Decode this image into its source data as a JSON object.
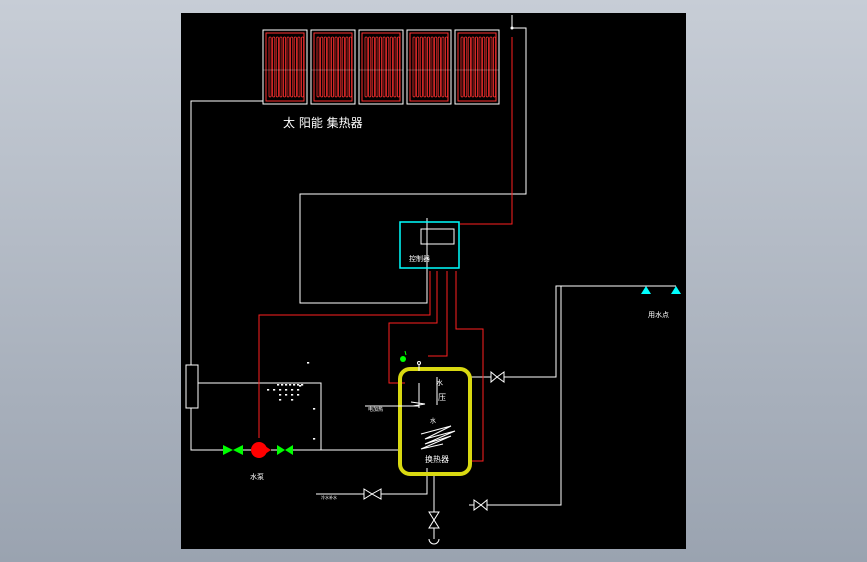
{
  "labels": {
    "collector": "太 阳能 集热器",
    "controller": "控制器",
    "pump": "水泵",
    "tank_top1": "水",
    "tank_top2": "水",
    "tank_pressure": "压",
    "heat_exchanger": "换热器",
    "heater": "电加热",
    "tap_water": "用水点",
    "cold_inlet": "冷水补水"
  },
  "colors": {
    "background": "#000000",
    "pipe_hot": "#ff2020",
    "pipe_cold": "#ffffff",
    "valve": "#00ff00",
    "tank_outline": "#d9d911",
    "controller": "#00ffff",
    "pump": "#ff0000",
    "tap": "#00ffff"
  }
}
